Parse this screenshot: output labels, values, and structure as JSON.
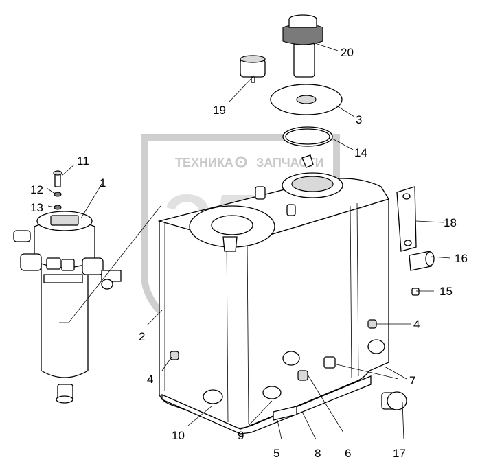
{
  "watermark": {
    "top_left": "ТЕХНИКА",
    "top_right": "ЗАПЧАСТИ",
    "emblem": "ЭЛФ"
  },
  "callouts": {
    "c1": "1",
    "c2": "2",
    "c3": "3",
    "c4a": "4",
    "c4b": "4",
    "c5": "5",
    "c6": "6",
    "c7": "7",
    "c8": "8",
    "c9": "9",
    "c10": "10",
    "c11": "11",
    "c12": "12",
    "c13": "13",
    "c14": "14",
    "c15": "15",
    "c16": "16",
    "c17": "17",
    "c18": "18",
    "c19": "19",
    "c20": "20"
  }
}
